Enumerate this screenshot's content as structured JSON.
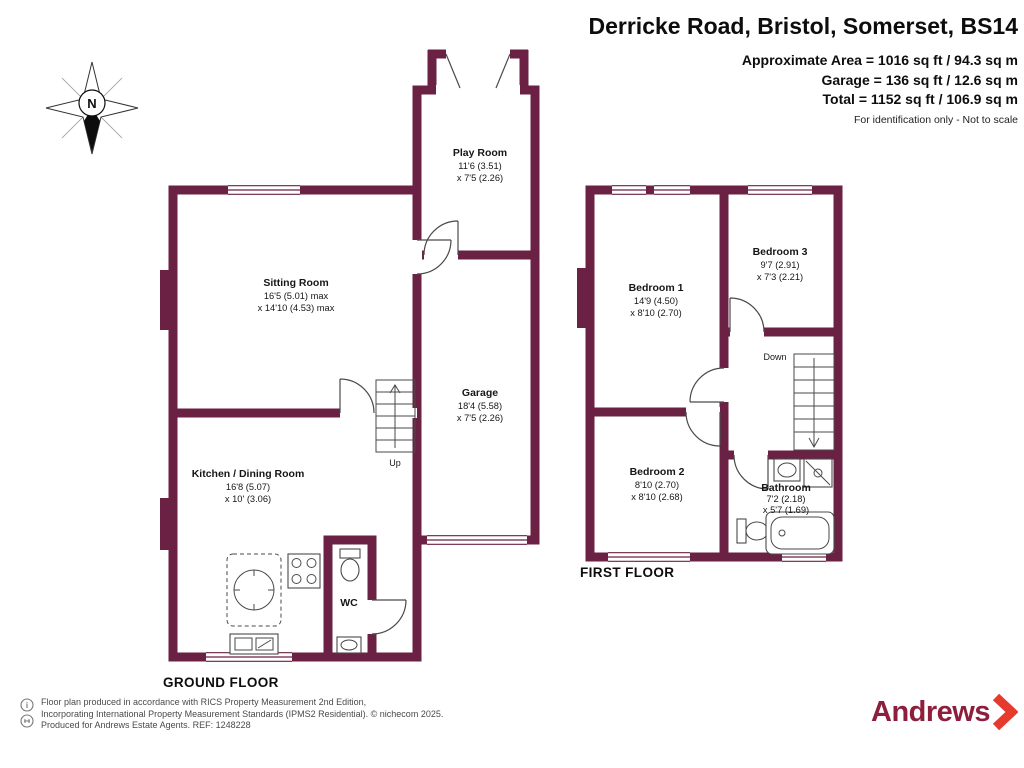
{
  "header": {
    "title": "Derricke Road, Bristol, Somerset, BS14",
    "area_lines": [
      "Approximate Area = 1016 sq ft / 94.3 sq m",
      "Garage = 136 sq ft / 12.6 sq m",
      "Total = 1152 sq ft / 106.9 sq m"
    ],
    "disclaimer": "For identification only - Not to scale"
  },
  "compass": {
    "label": "N"
  },
  "floors": {
    "ground": {
      "label": "GROUND FLOOR",
      "stairs_label": "Up",
      "rooms": {
        "play_room": {
          "name": "Play Room",
          "dim1": "11'6 (3.51)",
          "dim2": "x 7'5 (2.26)"
        },
        "sitting_room": {
          "name": "Sitting Room",
          "dim1": "16'5 (5.01) max",
          "dim2": "x 14'10 (4.53) max"
        },
        "garage": {
          "name": "Garage",
          "dim1": "18'4 (5.58)",
          "dim2": "x 7'5 (2.26)"
        },
        "kitchen_dining": {
          "name": "Kitchen / Dining Room",
          "dim1": "16'8 (5.07)",
          "dim2": "x 10' (3.06)"
        },
        "wc": {
          "name": "WC"
        }
      }
    },
    "first": {
      "label": "FIRST FLOOR",
      "stairs_label": "Down",
      "rooms": {
        "bedroom_1": {
          "name": "Bedroom 1",
          "dim1": "14'9 (4.50)",
          "dim2": "x 8'10 (2.70)"
        },
        "bedroom_3": {
          "name": "Bedroom 3",
          "dim1": "9'7 (2.91)",
          "dim2": "x 7'3 (2.21)"
        },
        "bedroom_2": {
          "name": "Bedroom 2",
          "dim1": "8'10 (2.70)",
          "dim2": "x 8'10 (2.68)"
        },
        "bathroom": {
          "name": "Bathroom",
          "dim1": "7'2 (2.18)",
          "dim2": "x 5'7 (1.69)"
        }
      }
    }
  },
  "footer": {
    "lines": [
      "Floor plan produced in accordance with RICS Property Measurement 2nd Edition,",
      "Incorporating International Property Measurement Standards (IPMS2 Residential).   © nichecom 2025.",
      "Produced for Andrews Estate Agents.   REF: 1248228"
    ],
    "brand": "Andrews"
  },
  "colors": {
    "wall": "#6A2143",
    "brand_text": "#8E1F3C",
    "brand_chevron": "#E63A2E",
    "ink": "#161616",
    "muted": "#4a4a4a"
  }
}
